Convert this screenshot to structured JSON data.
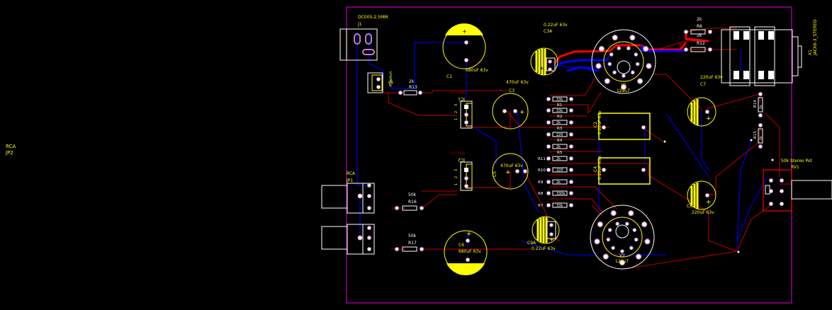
{
  "colors": {
    "background": "#000000",
    "outline": "#c000c0",
    "silk": "#ffff00",
    "text": "#ffffff",
    "top_copper": "#ff0000",
    "bottom_copper": "#0000ff",
    "trace_red": "#c00000",
    "pad": "#c080c0",
    "label_bright": "#ffffff",
    "hidden_label": "#800000"
  },
  "orphans": {
    "rca_value": "RCA",
    "rca_name": "JP2"
  },
  "parts": {
    "j1": {
      "value": "DC005-2.5MM",
      "name": "J1"
    },
    "switch": {
      "name": "PSwitch"
    },
    "r13": {
      "value": "2k",
      "name": "R13"
    },
    "c1": {
      "value": "680uF 63v",
      "name": "C1"
    },
    "c3a": {
      "value": "0.22uF 63v",
      "name": "C3A"
    },
    "c3": {
      "value": "470uF 63v",
      "name": "C3"
    },
    "r6": {
      "value": "2k",
      "name": "R6",
      "label2": "2k"
    },
    "r12": {
      "name": "R12"
    },
    "x1": {
      "value": "JACK6-3_STEREO",
      "name": "X1"
    },
    "v1": {
      "name": "V1",
      "value": "12au7"
    },
    "c7": {
      "value": "220uF 63v",
      "name": "C7"
    },
    "reg1": {
      "value": "REG10",
      "name": "IC1"
    },
    "reg2": {
      "value": "REG10",
      "name": "IC2"
    },
    "pins": [
      "1",
      "2",
      "3"
    ],
    "c2": {
      "value": "0.22uF 63v",
      "name": "C2"
    },
    "c4": {
      "value": "0.22uF 63v",
      "name": "C4"
    },
    "c5": {
      "value": "470uF 63v",
      "name": "C5"
    },
    "r14": {
      "name": "R14",
      "value": "2k"
    },
    "r15": {
      "name": "R15",
      "value": "2k"
    },
    "rv1": {
      "value": "50k Stereo Pot",
      "name": "RV1"
    },
    "jp1": {
      "value": "RCA",
      "name": "JP1"
    },
    "r16": {
      "value": "50k",
      "name": "R16"
    },
    "r17": {
      "value": "50k",
      "name": "R17"
    },
    "c6": {
      "value": "680uF 63v",
      "name": "C6"
    },
    "c9a": {
      "value": "0.22uF 63v",
      "name": "C9A"
    },
    "v2": {
      "name": "V2",
      "value": "12au7"
    },
    "c8": {
      "value": "220uF 63v",
      "name": "C8"
    },
    "polarity": "+",
    "resistor_ladder": [
      {
        "name": "R1",
        "value": "33k"
      },
      {
        "name": "R2",
        "value": "33k"
      },
      {
        "name": "R3",
        "value": "2k"
      },
      {
        "name": "R4",
        "value": "220"
      },
      {
        "name": "R5",
        "value": "2k"
      },
      {
        "name": "R11",
        "value": "2k"
      },
      {
        "name": "R10",
        "value": "220"
      },
      {
        "name": "R9",
        "value": "2k"
      },
      {
        "name": "R8",
        "value": "330k"
      },
      {
        "name": "R7",
        "value": "33k"
      }
    ]
  }
}
